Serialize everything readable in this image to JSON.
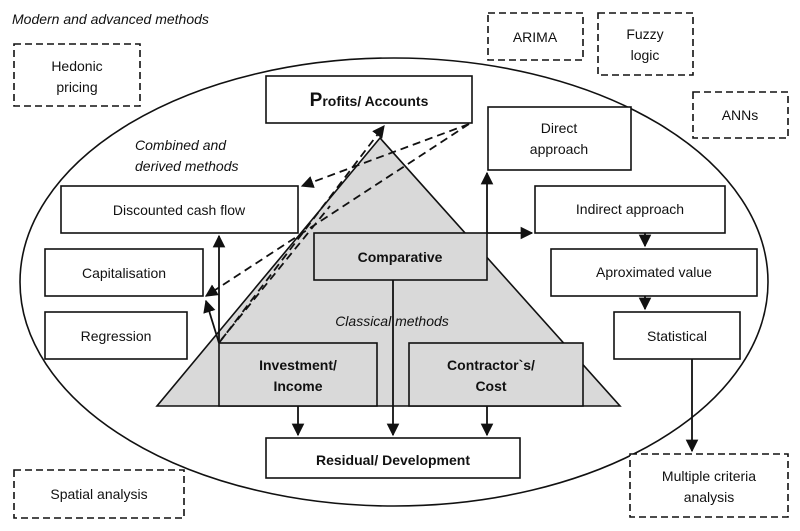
{
  "labels": {
    "modern_methods": "Modern and advanced methods",
    "combined_line1": "Combined and",
    "combined_line2": "derived methods",
    "classical_methods": "Classical methods"
  },
  "modern_boxes": {
    "hedonic": [
      "Hedonic",
      "pricing"
    ],
    "arima": "ARIMA",
    "fuzzy": [
      "Fuzzy",
      "logic"
    ],
    "anns": "ANNs",
    "spatial": "Spatial analysis",
    "mca": [
      "Multiple criteria",
      "analysis"
    ]
  },
  "combined_boxes": {
    "profits_first": "P",
    "profits_rest": "rofits/ Accounts",
    "direct": [
      "Direct",
      "approach"
    ],
    "dcf": "Discounted cash flow",
    "indirect": "Indirect  approach",
    "capitalisation": "Capitalisation",
    "approx": "Aproximated  value",
    "regression": "Regression",
    "statistical": "Statistical"
  },
  "classical_boxes": {
    "comparative": "Comparative",
    "investment": [
      "Investment/",
      "Income"
    ],
    "contractors": [
      "Contractor`s/",
      "Cost"
    ],
    "residual": "Residual/ Development"
  },
  "colors": {
    "triangle_fill": "#d9d9d9",
    "stroke": "#111111"
  }
}
